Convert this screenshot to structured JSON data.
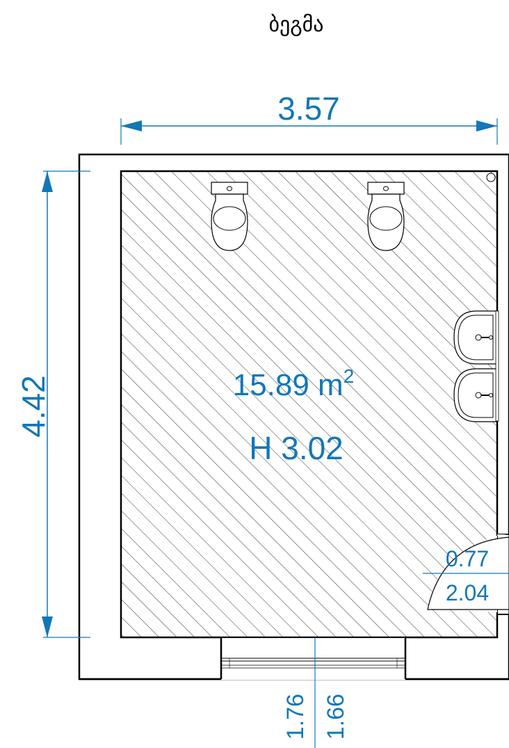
{
  "plan": {
    "title": "ბეგმა",
    "colors": {
      "dimension": "#1277B8",
      "wall": "#000000",
      "hatch": "#000000",
      "fixture_stroke": "#000000",
      "background": "#ffffff"
    },
    "dimensions": {
      "width": "3.57",
      "height": "4.42",
      "window_left": "1.76",
      "window_right": "1.66",
      "door_width": "0.77",
      "door_height": "2.04"
    },
    "room": {
      "area_value": "15.89 m",
      "area_sup": "2",
      "ceiling_height": "H 3.02"
    },
    "fixtures": {
      "toilets": [
        "toilet-icon",
        "toilet-icon"
      ],
      "sinks": [
        "sink-icon",
        "sink-icon"
      ],
      "door": "door-swing-icon",
      "window": "window-icon",
      "pipe": "pipe-icon"
    }
  }
}
